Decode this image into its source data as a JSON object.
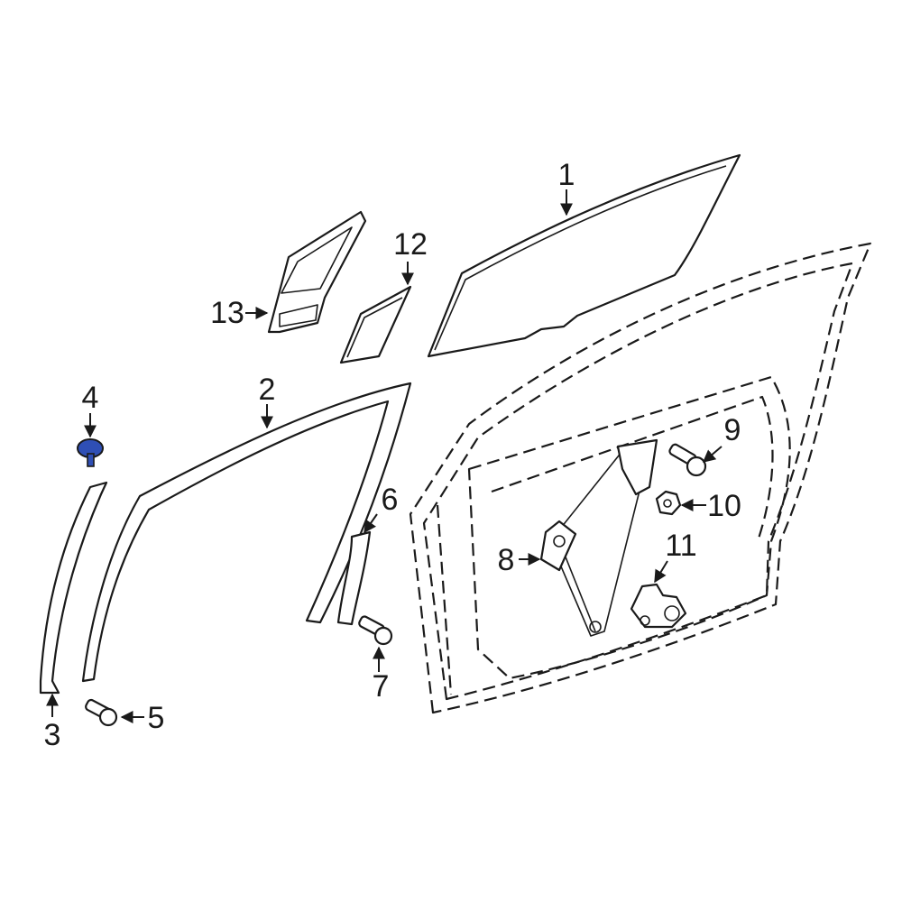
{
  "colors": {
    "line": "#1a1a1a",
    "background": "#ffffff",
    "highlight": "#2f4fb5"
  },
  "callouts": {
    "c1": "1",
    "c2": "2",
    "c3": "3",
    "c4": "4",
    "c5": "5",
    "c6": "6",
    "c7": "7",
    "c8": "8",
    "c9": "9",
    "c10": "10",
    "c11": "11",
    "c12": "12",
    "c13": "13"
  },
  "highlighted_part": "4"
}
